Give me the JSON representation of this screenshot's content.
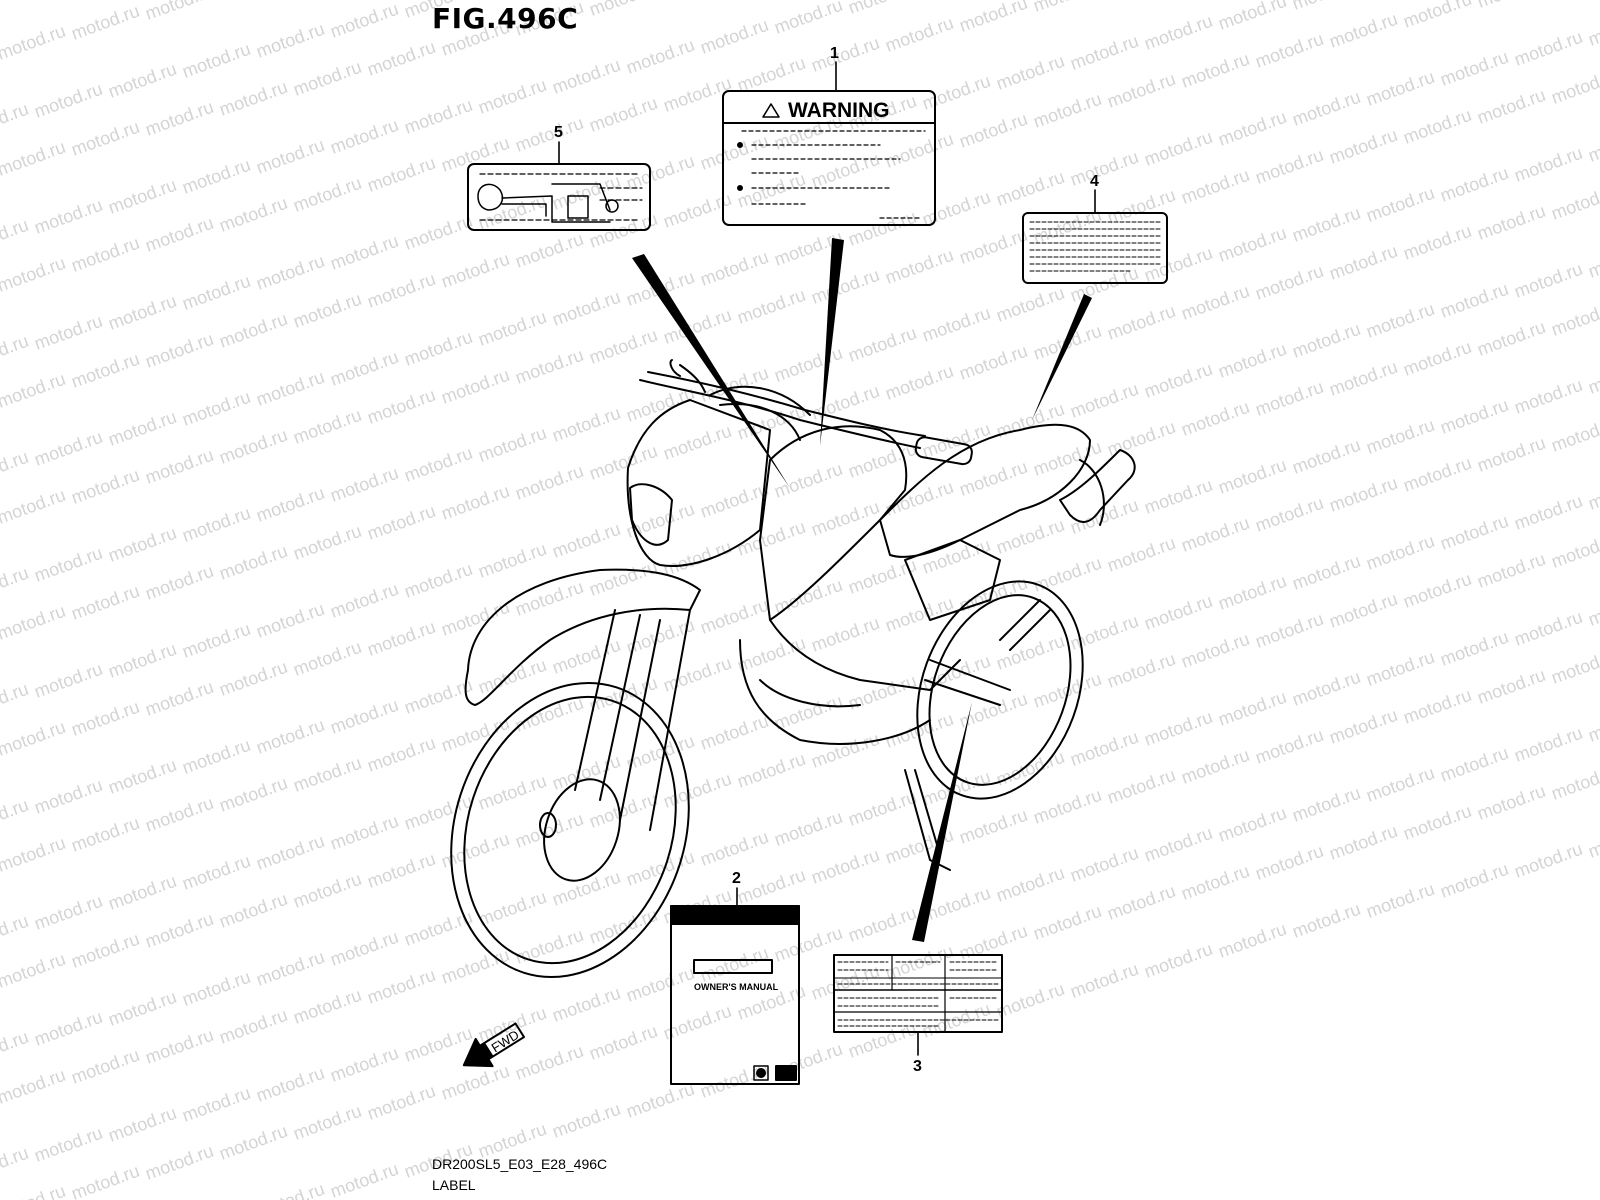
{
  "figure": {
    "title": "FIG.496C",
    "code": "DR200SL5_E03_E28_496C",
    "caption": "LABEL"
  },
  "watermark": {
    "text": "motod.ru",
    "color": "#d4d4d4"
  },
  "callouts": [
    {
      "number": "1"
    },
    {
      "number": "2"
    },
    {
      "number": "3"
    },
    {
      "number": "4"
    },
    {
      "number": "5"
    }
  ],
  "labels": {
    "warning_heading": "WARNING",
    "manual_title": "OWNER'S MANUAL"
  },
  "direction_arrow": {
    "text": "FWD",
    "icon": "forward-arrow-icon"
  }
}
